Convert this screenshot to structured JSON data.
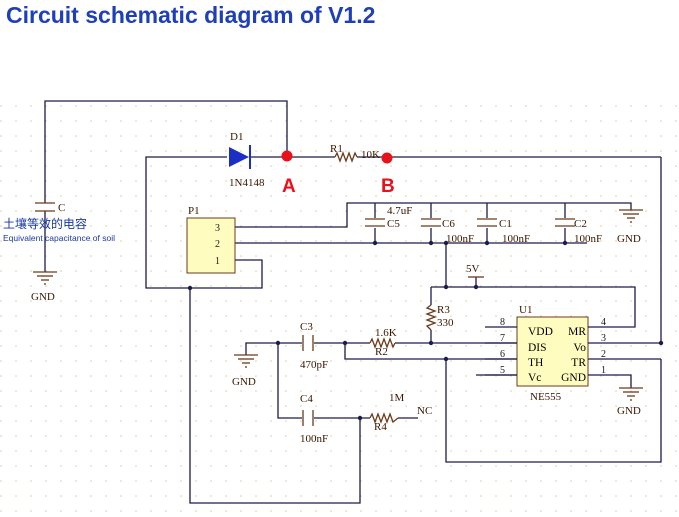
{
  "title": "Circuit schematic diagram of V1.2",
  "labels": {
    "d1": "D1",
    "d1_part": "1N4148",
    "node_a": "A",
    "node_b": "B",
    "r1": "R1",
    "r1_val": "10K",
    "c_sensor": "C",
    "sensor_cn": "土壤等效的电容",
    "sensor_en": "Equivalent capacitance of soil",
    "gnd": "GND",
    "p1": "P1",
    "p1_pin3": "3",
    "p1_pin2": "2",
    "p1_pin1": "1",
    "c5": "C5",
    "c5_val": "4.7uF",
    "c6": "C6",
    "c6_val": "100nF",
    "c1": "C1",
    "c1_val": "100nF",
    "c2": "C2",
    "c2_val": "100nF",
    "v5": "5V",
    "r3": "R3",
    "r3_val": "330",
    "u1": "U1",
    "u1_part": "NE555",
    "c3": "C3",
    "c3_val": "470pF",
    "r2": "R2",
    "r2_val": "1.6K",
    "c4": "C4",
    "c4_val": "100nF",
    "r4": "R4",
    "r4_val": "1M",
    "nc": "NC"
  },
  "ne555": {
    "left_pins": [
      {
        "num": "8",
        "name": "VDD"
      },
      {
        "num": "7",
        "name": "DIS"
      },
      {
        "num": "6",
        "name": "TH"
      },
      {
        "num": "5",
        "name": "Vc"
      }
    ],
    "right_pins": [
      {
        "num": "4",
        "name": "MR"
      },
      {
        "num": "3",
        "name": "Vo"
      },
      {
        "num": "2",
        "name": "TR"
      },
      {
        "num": "1",
        "name": "GND"
      }
    ]
  },
  "colors": {
    "title": "#1f3fb8",
    "node_dot": "#e8121c",
    "node_label": "#e8121c",
    "chip_fill": "#fffcc0",
    "wire": "#1c1c4a",
    "component": "#6b3a1a",
    "diode": "#1b2fc4",
    "grid_dot": "#e6c9a8"
  },
  "icons": {
    "ground": "ground-symbol-icon",
    "diode": "diode-icon",
    "resistor": "resistor-zigzag-icon",
    "capacitor": "capacitor-icon"
  }
}
